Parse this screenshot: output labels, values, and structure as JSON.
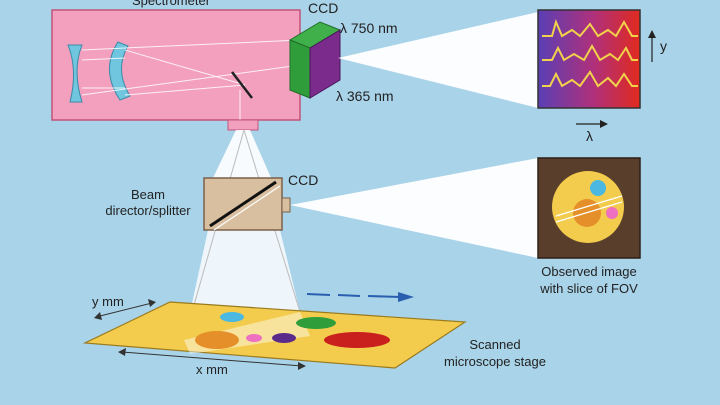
{
  "spectrometer": {
    "title": "Spectrometer"
  },
  "ccd_top": {
    "label": "CCD",
    "lambda_max": "λ 750 nm",
    "lambda_min": "λ 365 nm"
  },
  "spectral_panel": {
    "axis_y": "y",
    "axis_x": "λ"
  },
  "splitter": {
    "line1": "Beam",
    "line2": "director/splitter",
    "ccd_label": "CCD"
  },
  "observed": {
    "line1": "Observed image",
    "line2": "with slice of FOV"
  },
  "stage": {
    "y_axis": "y mm",
    "x_axis": "x mm",
    "line1": "Scanned",
    "line2": "microscope stage"
  },
  "colors": {
    "background": "#a9d3e9",
    "spectrometer_body": "#f2a0bd",
    "ccd_green": "#2f9e3a",
    "ccd_purple": "#7a2b8c",
    "stage_yellow": "#f3cc4d",
    "panel_brown": "#5a3e2c",
    "trace": "#f2d24a",
    "arrow_blue": "#2a5fb0"
  },
  "icons": [
    "mirror-icon",
    "ccd-icon",
    "splitter-icon",
    "arrow-icon"
  ]
}
